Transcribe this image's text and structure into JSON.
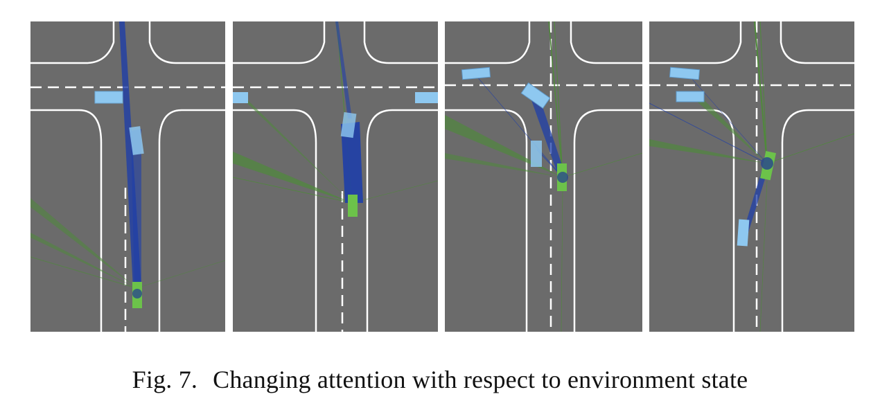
{
  "figure": {
    "label": "Fig. 7.",
    "caption": "Changing attention with respect to environment state",
    "panel_count": 4
  },
  "colors": {
    "road": "#6b6b6b",
    "lane_marking": "#ffffff",
    "other_vehicle": "#8ec8f0",
    "ego_vehicle": "#6cc24a",
    "attention_strong": "#1f3fa8",
    "attention_weak": "#4f8a3a"
  }
}
